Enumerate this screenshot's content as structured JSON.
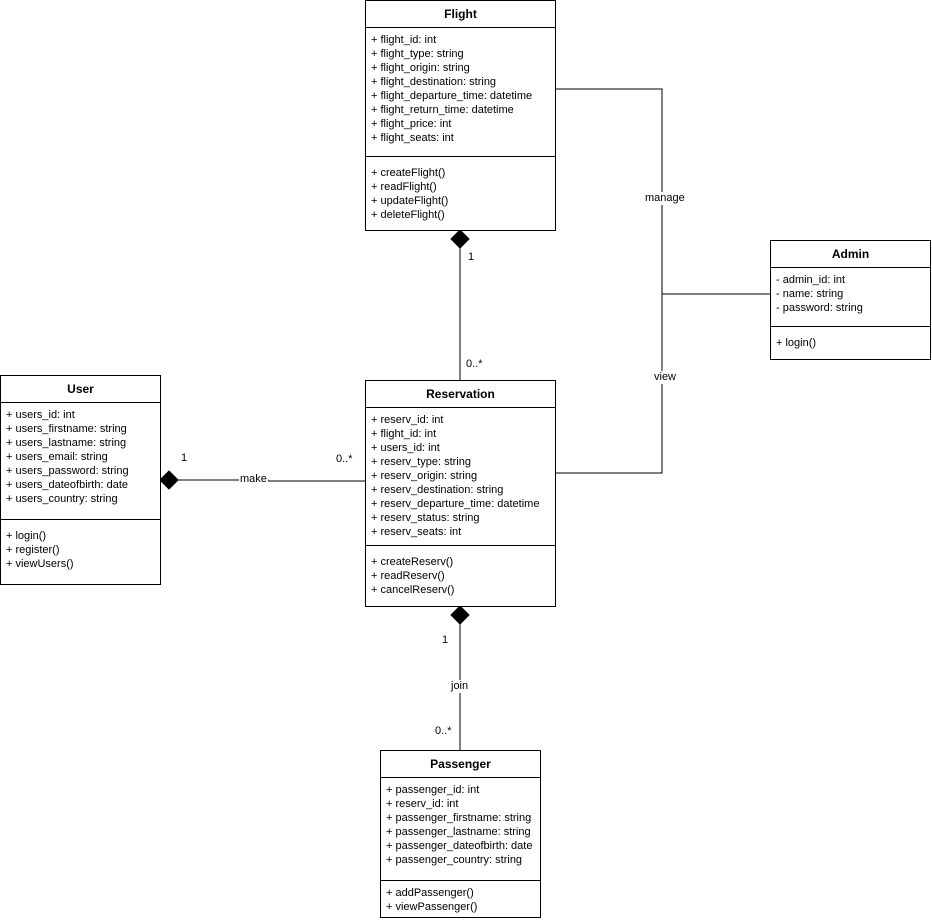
{
  "classes": {
    "flight": {
      "name": "Flight",
      "attributes": [
        "+ flight_id: int",
        "+ flight_type: string",
        "+ flight_origin: string",
        "+ flight_destination: string",
        "+ flight_departure_time: datetime",
        "+ flight_return_time: datetime",
        "+ flight_price: int",
        "+ flight_seats: int"
      ],
      "methods": [
        "+ createFlight()",
        "+ readFlight()",
        "+ updateFlight()",
        "+ deleteFlight()"
      ]
    },
    "admin": {
      "name": "Admin",
      "attributes": [
        "- admin_id: int",
        "- name: string",
        "- password: string"
      ],
      "methods": [
        "+ login()"
      ]
    },
    "user": {
      "name": "User",
      "attributes": [
        "+ users_id: int",
        "+ users_firstname: string",
        "+ users_lastname: string",
        "+ users_email: string",
        "+ users_password: string",
        "+ users_dateofbirth: date",
        "+ users_country: string"
      ],
      "methods": [
        "+ login()",
        "+ register()",
        "+ viewUsers()"
      ]
    },
    "reservation": {
      "name": "Reservation",
      "attributes": [
        "+ reserv_id: int",
        "+ flight_id: int",
        "+ users_id: int",
        "+ reserv_type: string",
        "+ reserv_origin: string",
        "+ reserv_destination: string",
        "+ reserv_departure_time: datetime",
        "+ reserv_status: string",
        "+ reserv_seats: int"
      ],
      "methods": [
        "+ createReserv()",
        "+ readReserv()",
        "+ cancelReserv()"
      ]
    },
    "passenger": {
      "name": "Passenger",
      "attributes": [
        "+ passenger_id: int",
        "+ reserv_id: int",
        "+ passenger_firstname: string",
        "+ passenger_lastname: string",
        "+ passenger_dateofbirth: date",
        "+ passenger_country: string"
      ],
      "methods": [
        "+ addPassenger()",
        "+ viewPassenger()"
      ]
    }
  },
  "relations": {
    "manage": "manage",
    "view": "view",
    "make": "make",
    "join": "join"
  },
  "multiplicities": {
    "flight_end": "1",
    "flight_reservation_end": "0..*",
    "user_end": "1",
    "user_reservation_end": "0..*",
    "reservation_end": "1",
    "passenger_end": "0..*"
  }
}
